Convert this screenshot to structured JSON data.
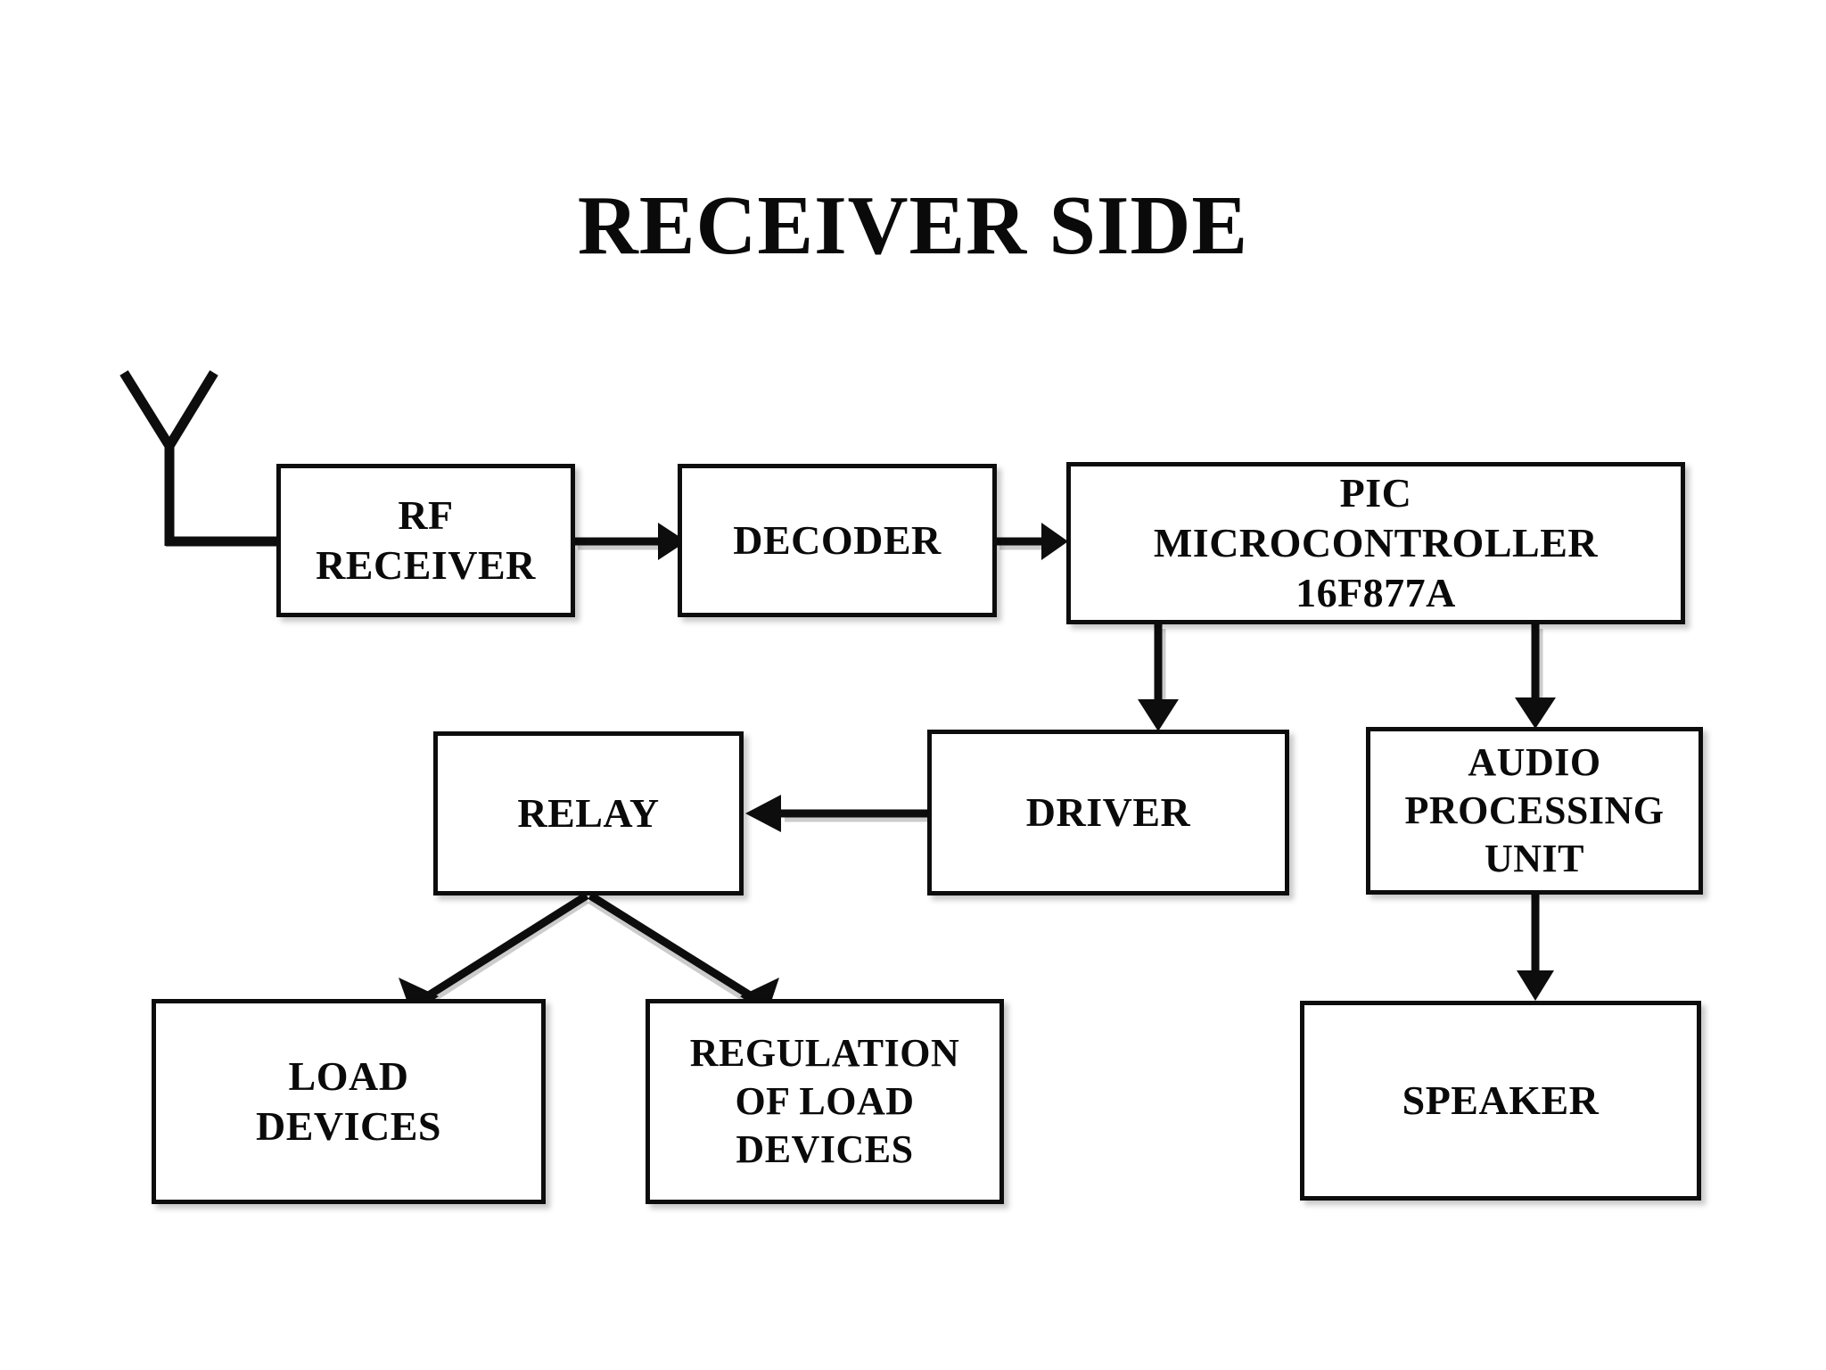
{
  "diagram": {
    "title": "RECEIVER SIDE",
    "type": "block-diagram",
    "background_color": "#ffffff",
    "line_color": "#0d0d0d",
    "text_color": "#0a0a0a",
    "nodes": [
      {
        "id": "antenna",
        "label": "",
        "shape": "antenna"
      },
      {
        "id": "rf_receiver",
        "label": "RF\nRECEIVER",
        "shape": "rect"
      },
      {
        "id": "decoder",
        "label": "DECODER",
        "shape": "rect"
      },
      {
        "id": "pic",
        "label": "PIC\nMICROCONTROLLER\n16F877A",
        "shape": "rect"
      },
      {
        "id": "relay",
        "label": "RELAY",
        "shape": "rect"
      },
      {
        "id": "driver",
        "label": "DRIVER",
        "shape": "rect"
      },
      {
        "id": "audio",
        "label": "AUDIO\nPROCESSING\nUNIT",
        "shape": "rect"
      },
      {
        "id": "load",
        "label": "LOAD\nDEVICES",
        "shape": "rect"
      },
      {
        "id": "regulation",
        "label": "REGULATION\nOF LOAD\nDEVICES",
        "shape": "rect"
      },
      {
        "id": "speaker",
        "label": "SPEAKER",
        "shape": "rect"
      }
    ],
    "edges": [
      {
        "from": "antenna",
        "to": "rf_receiver",
        "style": "plain"
      },
      {
        "from": "rf_receiver",
        "to": "decoder",
        "style": "arrow"
      },
      {
        "from": "decoder",
        "to": "pic",
        "style": "arrow"
      },
      {
        "from": "pic",
        "to": "driver",
        "style": "arrow"
      },
      {
        "from": "pic",
        "to": "audio",
        "style": "arrow"
      },
      {
        "from": "driver",
        "to": "relay",
        "style": "arrow"
      },
      {
        "from": "relay",
        "to": "load",
        "style": "arrow"
      },
      {
        "from": "relay",
        "to": "regulation",
        "style": "arrow"
      },
      {
        "from": "audio",
        "to": "speaker",
        "style": "arrow"
      }
    ]
  }
}
